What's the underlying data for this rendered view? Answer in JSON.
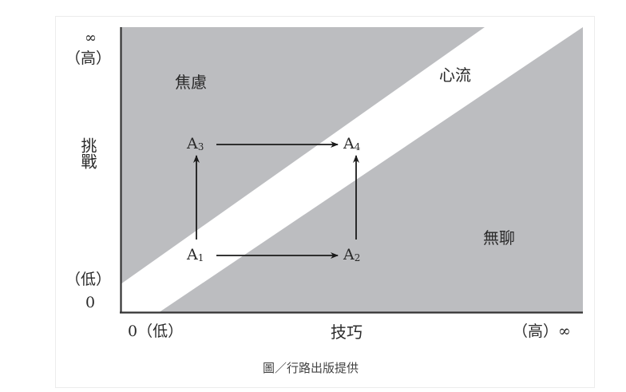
{
  "diagram": {
    "type": "flow-channel",
    "regions": {
      "anxiety": "焦慮",
      "flow": "心流",
      "boredom": "無聊"
    },
    "y_axis": {
      "title": "挑戰",
      "high_symbol": "∞",
      "high_label": "（高）",
      "low_label": "（低）",
      "low_symbol": "0"
    },
    "x_axis": {
      "title": "技巧",
      "low_label": "0（低）",
      "high_label": "（高）∞"
    },
    "nodes": [
      {
        "id": "A1",
        "letter": "A",
        "sub": "1"
      },
      {
        "id": "A2",
        "letter": "A",
        "sub": "2"
      },
      {
        "id": "A3",
        "letter": "A",
        "sub": "3"
      },
      {
        "id": "A4",
        "letter": "A",
        "sub": "4"
      }
    ],
    "edges": [
      {
        "from": "A1",
        "to": "A2"
      },
      {
        "from": "A1",
        "to": "A3"
      },
      {
        "from": "A3",
        "to": "A4"
      },
      {
        "from": "A2",
        "to": "A4"
      }
    ],
    "colors": {
      "gray": "#bcbdc0",
      "band": "#ffffff",
      "axis": "#333333",
      "arrow": "#1a1a1a"
    }
  },
  "caption": "圖／行路出版提供"
}
